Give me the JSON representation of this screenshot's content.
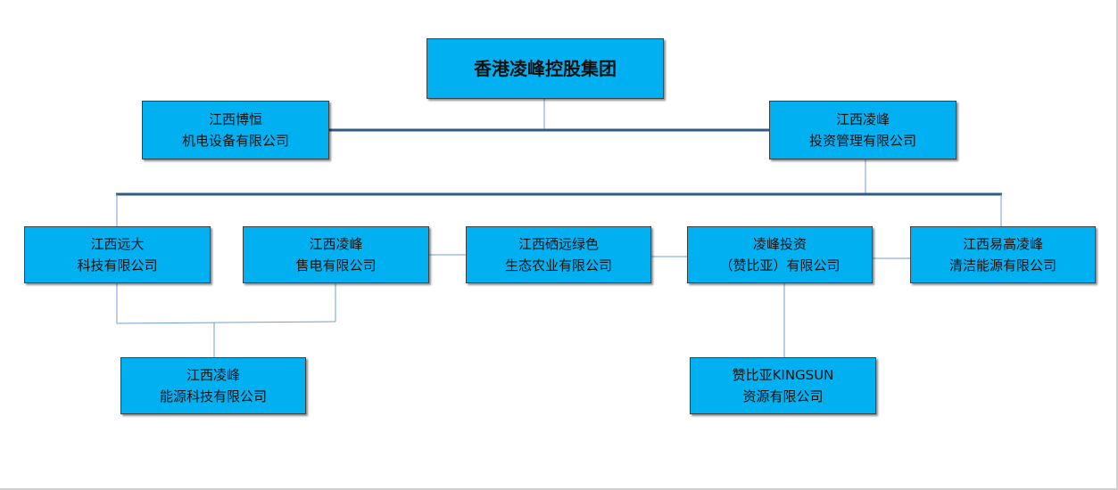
{
  "chart": {
    "root": "香港凌峰控股集团",
    "bohang": {
      "line1": "江西博恒",
      "line2": "机电设备有限公司"
    },
    "investment": {
      "line1": "江西凌峰",
      "line2": "投资管理有限公司"
    },
    "yuanda": {
      "line1": "江西远大",
      "line2": "科技有限公司"
    },
    "shoudian": {
      "line1": "江西凌峰",
      "line2": "售电有限公司"
    },
    "xiyuan": {
      "line1": "江西硒远绿色",
      "line2": "生态农业有限公司"
    },
    "zambia": {
      "line1": "凌峰投资",
      "line2": "（赞比亚）有限公司"
    },
    "yigao": {
      "line1": "江西易高凌峰",
      "line2": "清洁能源有限公司"
    },
    "energy_tech": {
      "line1": "江西凌峰",
      "line2": "能源科技有限公司"
    },
    "kingsun": {
      "line1": "赞比亚KINGSUN",
      "line2": "资源有限公司"
    }
  },
  "colors": {
    "box_fill": "#00b0f0",
    "box_border": "#404040",
    "line_dark": "#2e5b84",
    "line_light": "#6f9fd8"
  }
}
